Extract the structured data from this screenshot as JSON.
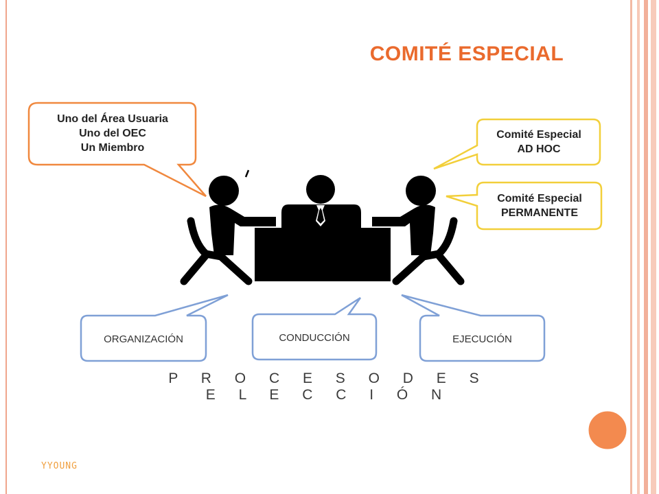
{
  "title": "COMITÉ ESPECIAL",
  "bubbles": {
    "composition": {
      "lines": [
        "Uno del Área Usuaria",
        "Uno del OEC",
        "Un Miembro"
      ]
    },
    "adhoc": {
      "lines": [
        "Comité Especial",
        "AD HOC"
      ]
    },
    "permanent": {
      "lines": [
        "Comité Especial",
        "PERMANENTE"
      ]
    },
    "organization": {
      "label": "ORGANIZACIÓN"
    },
    "conduction": {
      "label": "CONDUCCIÓN"
    },
    "execution": {
      "label": "EJECUCIÓN"
    }
  },
  "process_label": "P R O C E S O   D E   S E L E C C I Ó N",
  "watermark": "YYOUNG",
  "colors": {
    "title": "#ea6a2d",
    "orange_border": "#f0883e",
    "yellow_border": "#f2cf3a",
    "blue_border": "#7fa0d6",
    "accent_circle": "#f38a4f",
    "frame": "#f0a58c"
  }
}
